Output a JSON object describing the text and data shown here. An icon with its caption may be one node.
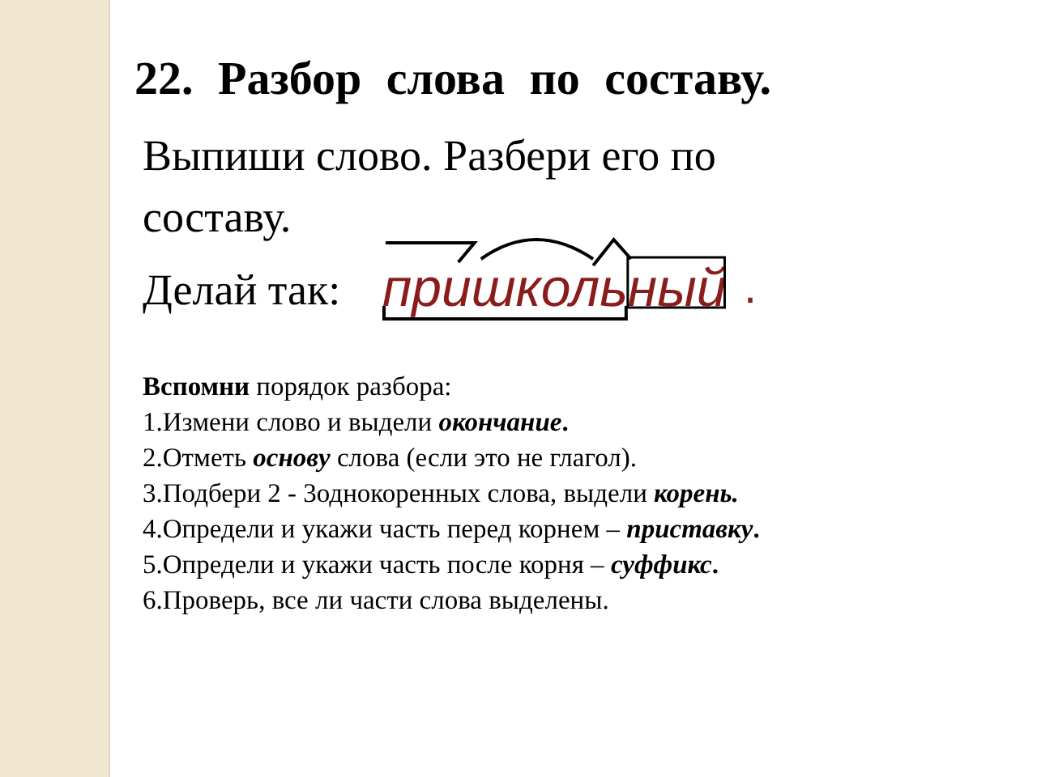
{
  "diagram": {
    "title": "22. Разбор слова по составу.",
    "labels": [
      "Выпиши слово. Разбери его по составу.",
      "Делай так:",
      "пришкольный",
      ".",
      "**Вспомни** порядок разбора:",
      "1.Измени слово и выдели ***окончание*.**",
      "2.Отметь *основу* слова (если это не глагол).",
      "3.Подбери 2 - 3однокоренных слова, выдели *корень.*",
      "4.Определи и укажи часть перед корнем – ***приставку*.**",
      "5.Определи и укажи часть после корня – ***суффикс*.**",
      "6.Проверь, все ли части слова выделены."
    ]
  }
}
